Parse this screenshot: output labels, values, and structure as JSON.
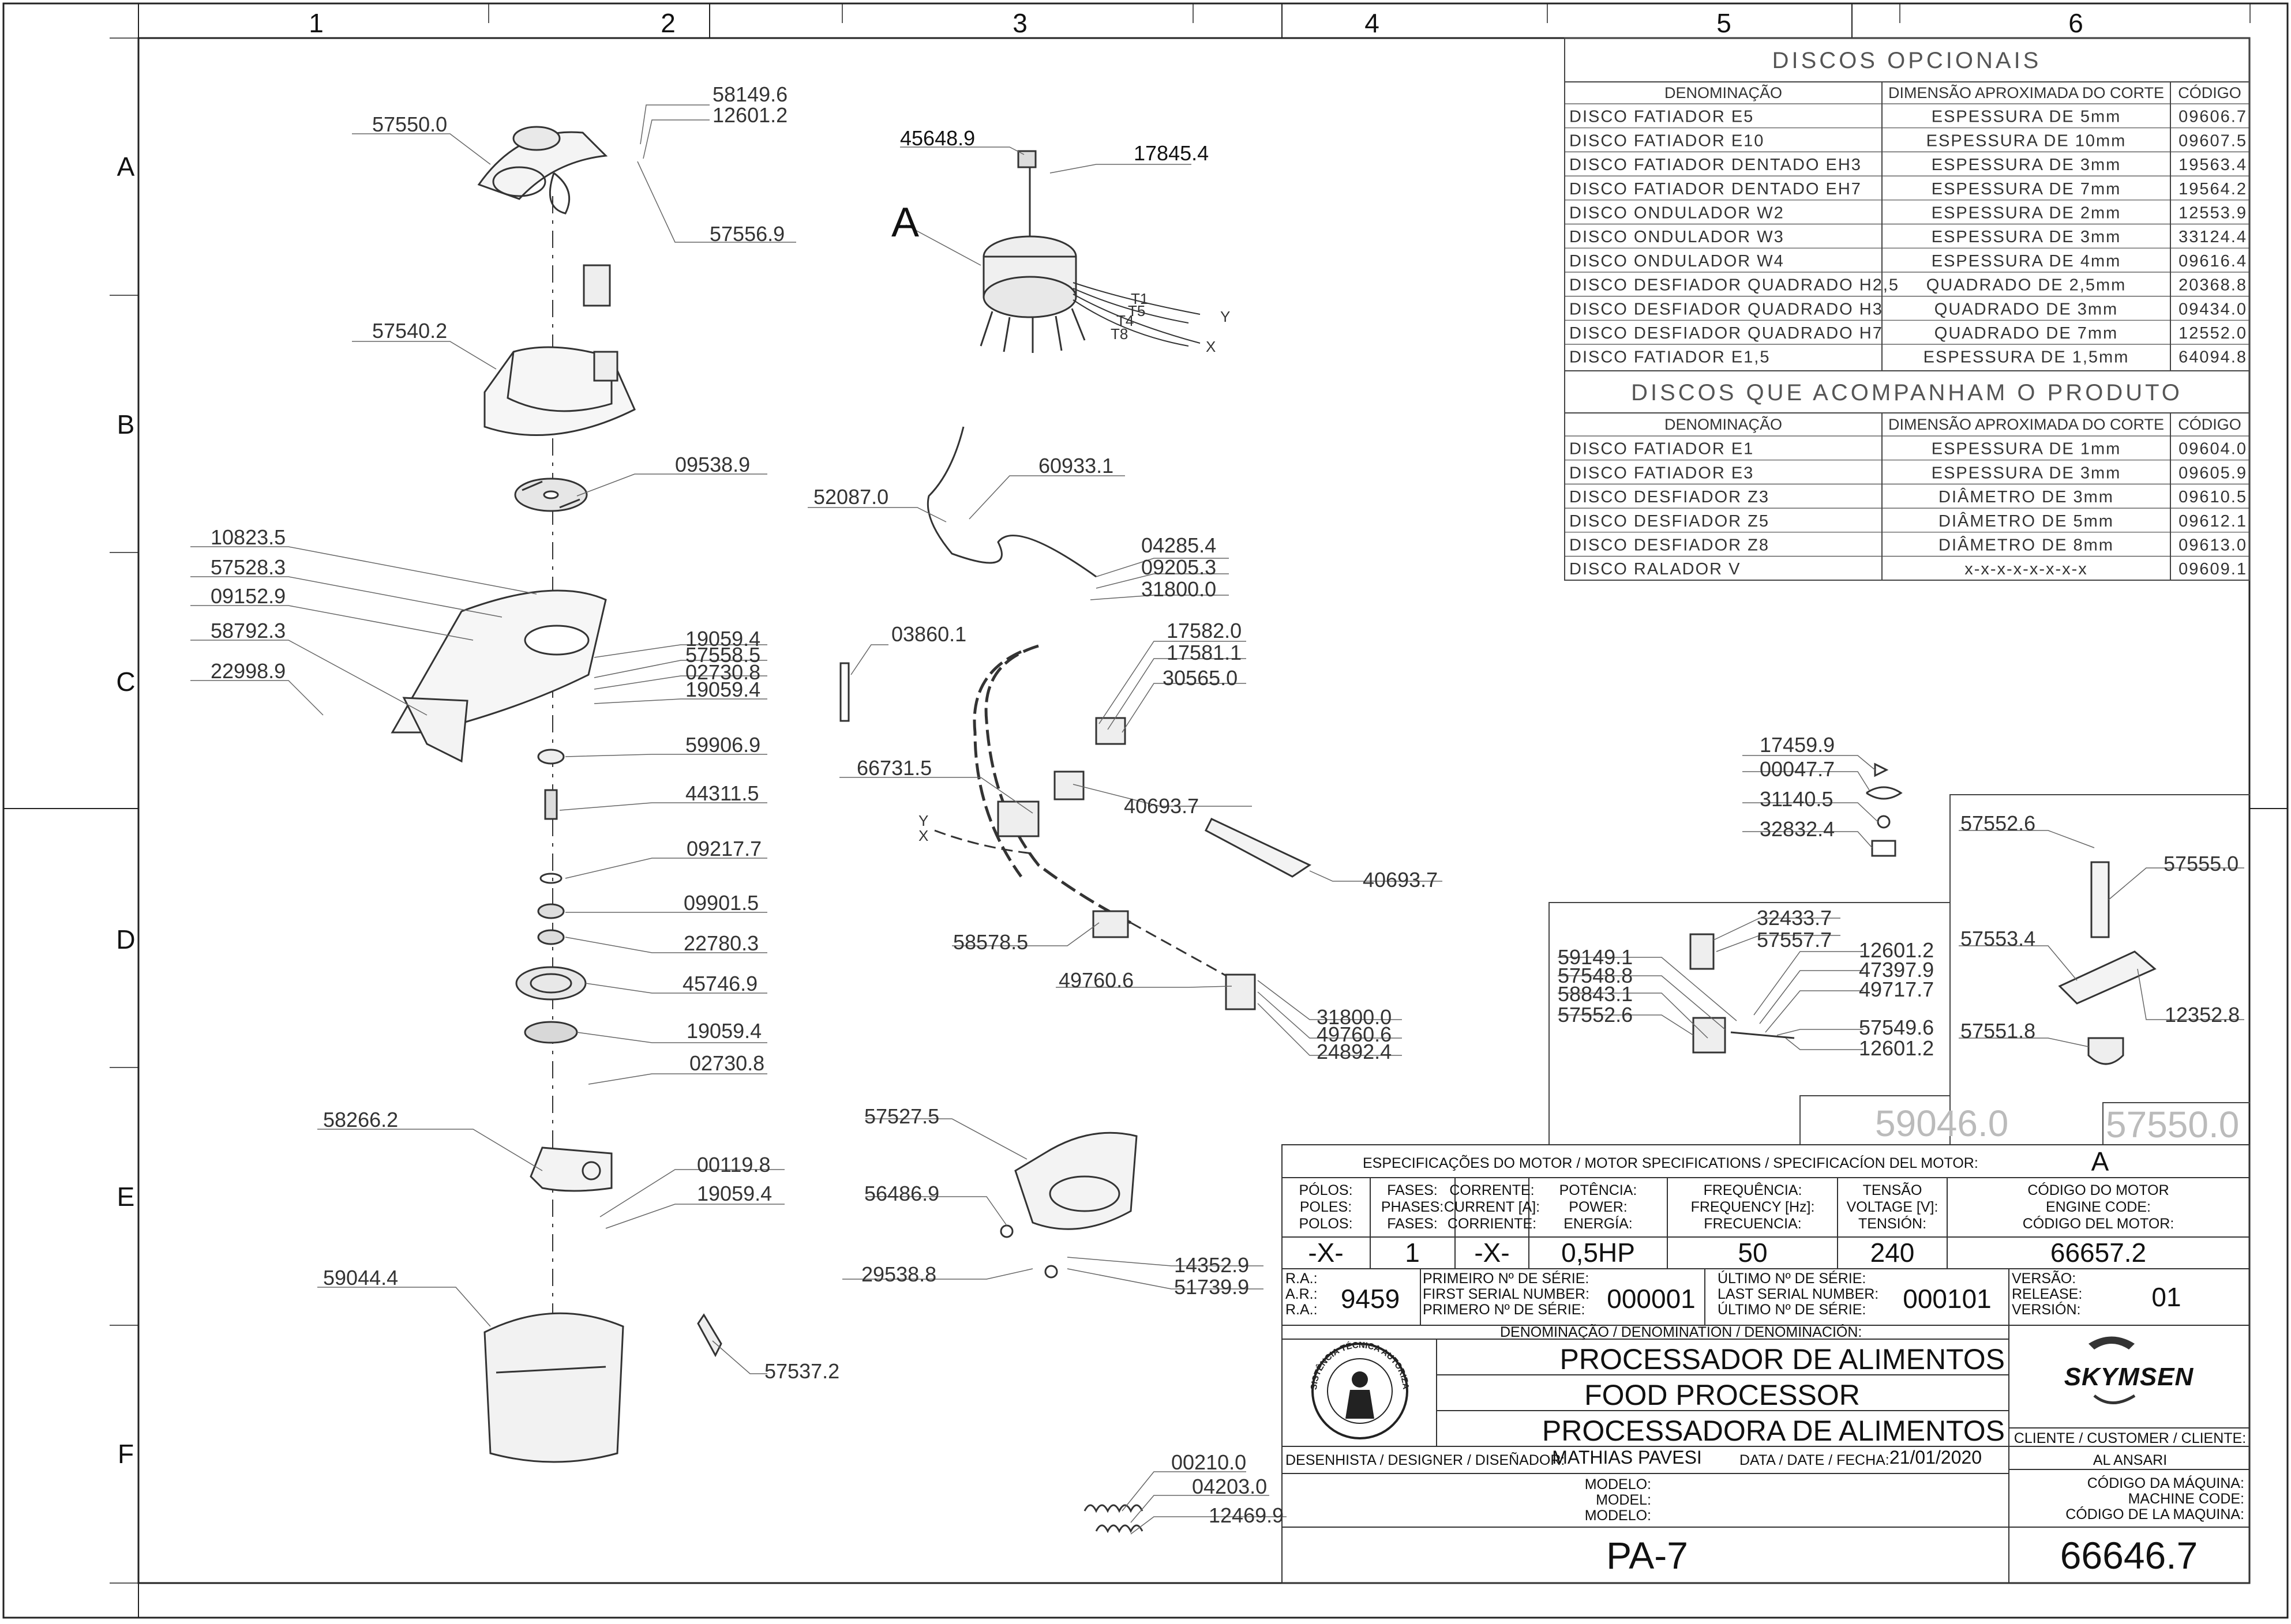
{
  "grid": {
    "columns": [
      "1",
      "2",
      "3",
      "4",
      "5",
      "6"
    ],
    "rows": [
      "A",
      "B",
      "C",
      "D",
      "E",
      "F"
    ]
  },
  "part_labels": {
    "p57550_0": "57550.0",
    "p58149_6": "58149.6",
    "p12601_2a": "12601.2",
    "p57556_9": "57556.9",
    "p57540_2": "57540.2",
    "p09538_9": "09538.9",
    "p10823_5": "10823.5",
    "p57528_3": "57528.3",
    "p09152_9": "09152.9",
    "p58792_3": "58792.3",
    "p22998_9": "22998.9",
    "p19059_4a": "19059.4",
    "p57558_5": "57558.5",
    "p02730_8a": "02730.8",
    "p19059_4b": "19059.4",
    "p59906_9": "59906.9",
    "p44311_5": "44311.5",
    "p09217_7": "09217.7",
    "p09901_5": "09901.5",
    "p22780_3": "22780.3",
    "p45746_9": "45746.9",
    "p19059_4c": "19059.4",
    "p02730_8b": "02730.8",
    "p58266_2": "58266.2",
    "p00119_8": "00119.8",
    "p19059_4d": "19059.4",
    "p59044_4": "59044.4",
    "p57537_2": "57537.2",
    "p00210_0": "00210.0",
    "p04203_0": "04203.0",
    "p12469_9": "12469.9",
    "p45648_9": "45648.9",
    "p17845_4": "17845.4",
    "callout_a": "A",
    "t1": "T1",
    "t5": "T5",
    "t4": "T4",
    "t8": "T8",
    "y1": "Y",
    "x1": "X",
    "p52087_0": "52087.0",
    "p60933_1": "60933.1",
    "p04285_4": "04285.4",
    "p09205_3": "09205.3",
    "p31800_0a": "31800.0",
    "p03860_1": "03860.1",
    "p17582_0": "17582.0",
    "p17581_1": "17581.1",
    "p30565_0": "30565.0",
    "p66731_5": "66731.5",
    "y2": "Y",
    "x2": "X",
    "p40693_7a": "40693.7",
    "p40693_7b": "40693.7",
    "p58578_5": "58578.5",
    "p49760_6a": "49760.6",
    "p31800_0b": "31800.0",
    "p49760_6b": "49760.6",
    "p24892_4": "24892.4",
    "p57527_5": "57527.5",
    "p56486_9": "56486.9",
    "p29538_8": "29538.8",
    "p14352_9": "14352.9",
    "p51739_9": "51739.9",
    "p17459_9": "17459.9",
    "p00047_7": "00047.7",
    "p31140_5": "31140.5",
    "p32832_4": "32832.4",
    "p32433_7": "32433.7",
    "p57557_7": "57557.7",
    "p59149_1": "59149.1",
    "p57548_8": "57548.8",
    "p58843_1": "58843.1",
    "p57552_6a": "57552.6",
    "p12601_2b": "12601.2",
    "p47397_9": "47397.9",
    "p49717_7": "49717.7",
    "p57549_6": "57549.6",
    "p12601_2c": "12601.2",
    "box_59046_0": "59046.0",
    "p57552_6b": "57552.6",
    "p57555_0": "57555.0",
    "p57553_4": "57553.4",
    "p12352_8": "12352.8",
    "p57551_8": "57551.8",
    "box_57550_0": "57550.0"
  },
  "optional_discs": {
    "title": "DISCOS OPCIONAIS",
    "headers": [
      "DENOMINAÇÃO",
      "DIMENSÃO APROXIMADA DO CORTE",
      "CÓDIGO"
    ],
    "rows": [
      [
        "DISCO FATIADOR E5",
        "ESPESSURA DE 5mm",
        "09606.7"
      ],
      [
        "DISCO FATIADOR E10",
        "ESPESSURA DE 10mm",
        "09607.5"
      ],
      [
        "DISCO FATIADOR DENTADO EH3",
        "ESPESSURA DE 3mm",
        "19563.4"
      ],
      [
        "DISCO FATIADOR DENTADO EH7",
        "ESPESSURA DE 7mm",
        "19564.2"
      ],
      [
        "DISCO ONDULADOR W2",
        "ESPESSURA DE 2mm",
        "12553.9"
      ],
      [
        "DISCO ONDULADOR W3",
        "ESPESSURA DE 3mm",
        "33124.4"
      ],
      [
        "DISCO ONDULADOR W4",
        "ESPESSURA DE 4mm",
        "09616.4"
      ],
      [
        "DISCO DESFIADOR QUADRADO H2,5",
        "QUADRADO DE 2,5mm",
        "20368.8"
      ],
      [
        "DISCO DESFIADOR QUADRADO H3",
        "QUADRADO DE 3mm",
        "09434.0"
      ],
      [
        "DISCO DESFIADOR QUADRADO H7",
        "QUADRADO DE 7mm",
        "12552.0"
      ],
      [
        "DISCO FATIADOR E1,5",
        "ESPESSURA DE 1,5mm",
        "64094.8"
      ]
    ]
  },
  "included_discs": {
    "title": "DISCOS QUE ACOMPANHAM O PRODUTO",
    "headers": [
      "DENOMINAÇÃO",
      "DIMENSÃO APROXIMADA DO CORTE",
      "CÓDIGO"
    ],
    "rows": [
      [
        "DISCO FATIADOR E1",
        "ESPESSURA DE 1mm",
        "09604.0"
      ],
      [
        "DISCO FATIADOR E3",
        "ESPESSURA DE 3mm",
        "09605.9"
      ],
      [
        "DISCO DESFIADOR Z3",
        "DIÂMETRO DE 3mm",
        "09610.5"
      ],
      [
        "DISCO DESFIADOR Z5",
        "DIÂMETRO DE 5mm",
        "09612.1"
      ],
      [
        "DISCO DESFIADOR Z8",
        "DIÂMETRO DE 8mm",
        "09613.0"
      ],
      [
        "DISCO RALADOR V",
        "x-x-x-x-x-x-x-x",
        "09609.1"
      ]
    ]
  },
  "title_block": {
    "motor_spec_title": "ESPECIFICAÇÕES DO MOTOR / MOTOR SPECIFICATIONS / SPECIFICACÍON DEL MOTOR:",
    "motor_ref": "A",
    "poles_h": [
      "PÓLOS:",
      "POLES:",
      "POLOS:"
    ],
    "phases_h": [
      "FASES:",
      "PHASES:",
      "FASES:"
    ],
    "current_h": [
      "CORRENTE:",
      "CURRENT [A]:",
      "CORRIENTE:"
    ],
    "power_h": [
      "POTÊNCIA:",
      "POWER:",
      "ENERGÍA:"
    ],
    "frequency_h": [
      "FREQUÊNCIA:",
      "FREQUENCY [Hz]:",
      "FRECUENCIA:"
    ],
    "voltage_h": [
      "TENSÃO",
      "VOLTAGE [V]:",
      "TENSIÓN:"
    ],
    "motor_code_h": [
      "CÓDIGO DO MOTOR",
      "ENGINE CODE:",
      "CÓDIGO DEL MOTOR:"
    ],
    "poles": "-X-",
    "phases": "1",
    "current": "-X-",
    "power": "0,5HP",
    "frequency": "50",
    "voltage": "240",
    "motor_code": "66657.2",
    "ra_h": [
      "R.A.:",
      "A.R.:",
      "R.A.:"
    ],
    "ra": "9459",
    "first_serial_h": [
      "PRIMEIRO Nº DE SÉRIE:",
      "FIRST SERIAL NUMBER:",
      "PRIMERO Nº DE SÉRIE:"
    ],
    "first_serial": "000001",
    "last_serial_h": [
      "ÚLTIMO Nº DE SÉRIE:",
      "LAST SERIAL NUMBER:",
      "ÚLTIMO Nº DE SÉRIE:"
    ],
    "last_serial": "000101",
    "version_h": [
      "VERSÃO:",
      "RELEASE:",
      "VERSIÓN:"
    ],
    "version": "01",
    "denomination_h": "DENOMINAÇÃO / DENOMINATION / DENOMINACIÓN:",
    "name_pt": "PROCESSADOR DE ALIMENTOS",
    "name_en": "FOOD PROCESSOR",
    "name_es": "PROCESSADORA DE ALIMENTOS",
    "brand": "SKYMSEN",
    "seal_text": "ASSISTÊNCIA TÉCNICA AUTORIZADA",
    "designer_h": "DESENHISTA / DESIGNER / DISEÑADOR:",
    "designer": "MATHIAS PAVESI",
    "date_h": "DATA / DATE / FECHA:",
    "date": "21/01/2020",
    "client_h": "CLIENTE / CUSTOMER / CLIENTE:",
    "client": "AL ANSARI",
    "model_h": [
      "MODELO:",
      "MODEL:",
      "MODELO:"
    ],
    "machine_code_h": [
      "CÓDIGO DA MÁQUINA:",
      "MACHINE CODE:",
      "CÓDIGO DE LA MAQUINA:"
    ],
    "model": "PA-7",
    "machine_code": "66646.7"
  }
}
